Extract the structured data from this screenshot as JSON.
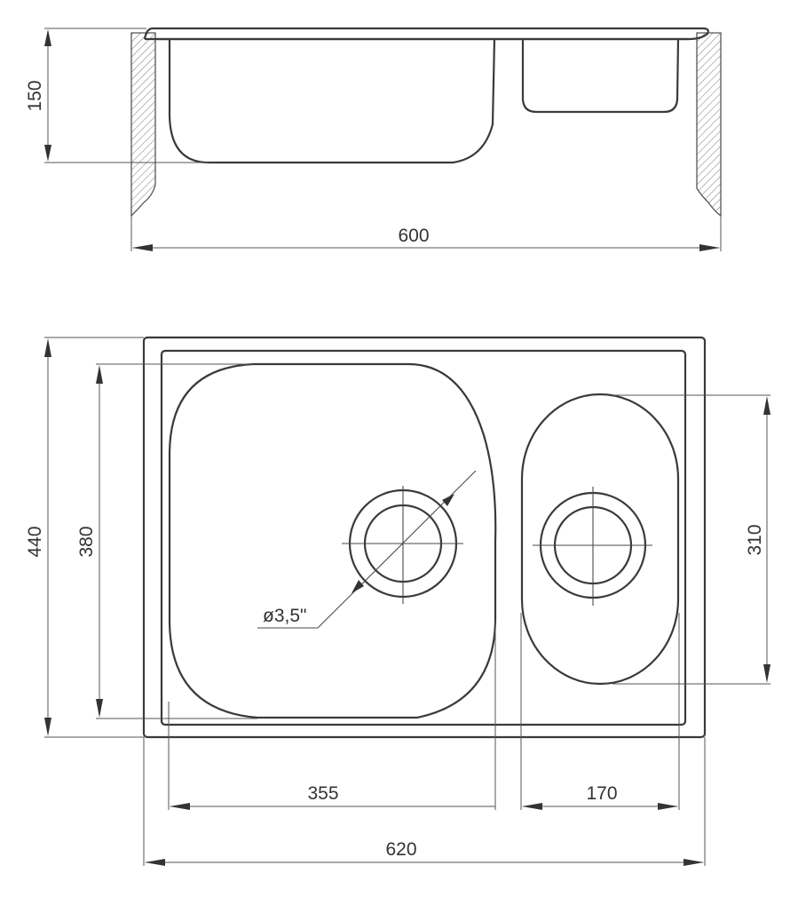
{
  "drawing": {
    "subject": "Double bowl kitchen sink technical drawing",
    "units": "mm",
    "side_view": {
      "height_label": "150",
      "width_label": "600"
    },
    "top_view": {
      "overall_height_label": "440",
      "main_bowl_height_label": "380",
      "small_bowl_height_label": "310",
      "main_bowl_width_label": "355",
      "small_bowl_width_label": "170",
      "overall_width_label": "620",
      "drain_diameter_label": "ø3,5\""
    }
  },
  "colors": {
    "line": "#3a3a3a",
    "background": "#ffffff"
  }
}
